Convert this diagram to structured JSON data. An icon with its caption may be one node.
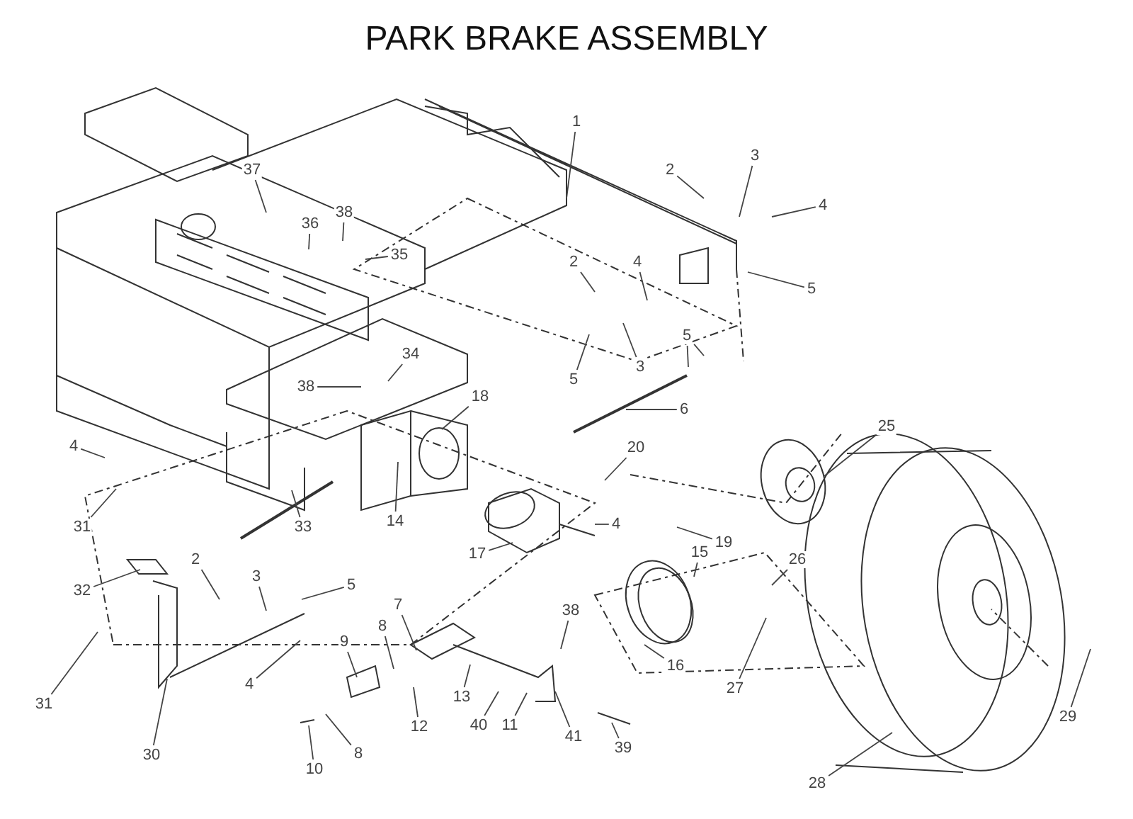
{
  "diagram": {
    "title": "PARK BRAKE ASSEMBLY",
    "nodes": [
      {
        "text": [
          "1"
        ]
      },
      {
        "text": [
          "3"
        ]
      },
      {
        "text": [
          "2"
        ]
      },
      {
        "text": [
          "4"
        ]
      },
      {
        "text": [
          "37"
        ]
      },
      {
        "text": [
          "38"
        ]
      },
      {
        "text": [
          "36"
        ]
      },
      {
        "text": [
          "35"
        ]
      },
      {
        "text": [
          "2"
        ]
      },
      {
        "text": [
          "4"
        ]
      },
      {
        "text": [
          "5"
        ]
      },
      {
        "text": [
          "5"
        ]
      },
      {
        "text": [
          "5"
        ]
      },
      {
        "text": [
          "3"
        ]
      },
      {
        "text": [
          "34"
        ]
      },
      {
        "text": [
          "38"
        ]
      },
      {
        "text": [
          "18"
        ]
      },
      {
        "text": [
          "6"
        ]
      },
      {
        "text": [
          "25"
        ]
      },
      {
        "text": [
          "20"
        ]
      },
      {
        "text": [
          "4"
        ]
      },
      {
        "text": [
          "4"
        ]
      },
      {
        "text": [
          "14"
        ]
      },
      {
        "text": [
          "33"
        ]
      },
      {
        "text": [
          "31"
        ]
      },
      {
        "text": [
          "19"
        ]
      },
      {
        "text": [
          "15"
        ]
      },
      {
        "text": [
          "17"
        ]
      },
      {
        "text": [
          "26"
        ]
      },
      {
        "text": [
          "2"
        ]
      },
      {
        "text": [
          "3"
        ]
      },
      {
        "text": [
          "5"
        ]
      },
      {
        "text": [
          "32"
        ]
      },
      {
        "text": [
          "38"
        ]
      },
      {
        "text": [
          "7"
        ]
      },
      {
        "text": [
          "8"
        ]
      },
      {
        "text": [
          "9"
        ]
      },
      {
        "text": [
          "16"
        ]
      },
      {
        "text": [
          "31"
        ]
      },
      {
        "text": [
          "4"
        ]
      },
      {
        "text": [
          "27"
        ]
      },
      {
        "text": [
          "29"
        ]
      },
      {
        "text": [
          "13"
        ]
      },
      {
        "text": [
          "12"
        ]
      },
      {
        "text": [
          "40"
        ]
      },
      {
        "text": [
          "11"
        ]
      },
      {
        "text": [
          "41"
        ]
      },
      {
        "text": [
          "39"
        ]
      },
      {
        "text": [
          "30"
        ]
      },
      {
        "text": [
          "8"
        ]
      },
      {
        "text": [
          "10"
        ]
      },
      {
        "text": [
          "28"
        ]
      }
    ],
    "edges": [
      {
        "from": 0,
        "to": null,
        "arrow": "none"
      },
      {
        "from": 1,
        "to": null,
        "arrow": "none"
      },
      {
        "from": 2,
        "to": null,
        "arrow": "none"
      },
      {
        "from": 3,
        "to": null,
        "arrow": "none"
      },
      {
        "from": 4,
        "to": null,
        "arrow": "none"
      },
      {
        "from": 5,
        "to": null,
        "arrow": "none"
      },
      {
        "from": 6,
        "to": null,
        "arrow": "none"
      },
      {
        "from": 7,
        "to": null,
        "arrow": "none"
      },
      {
        "from": 8,
        "to": null,
        "arrow": "none"
      },
      {
        "from": 9,
        "to": null,
        "arrow": "none"
      },
      {
        "from": 10,
        "to": null,
        "arrow": "none"
      },
      {
        "from": 11,
        "to": null,
        "arrow": "none"
      },
      {
        "from": 11,
        "to": null,
        "arrow": "none"
      },
      {
        "from": 12,
        "to": null,
        "arrow": "none"
      },
      {
        "from": 13,
        "to": null,
        "arrow": "none"
      },
      {
        "from": 14,
        "to": null,
        "arrow": "none"
      },
      {
        "from": 15,
        "to": null,
        "arrow": "none"
      },
      {
        "from": 16,
        "to": null,
        "arrow": "none"
      },
      {
        "from": 17,
        "to": null,
        "arrow": "none"
      },
      {
        "from": 18,
        "to": null,
        "arrow": "none"
      },
      {
        "from": 19,
        "to": null,
        "arrow": "none"
      },
      {
        "from": 20,
        "to": null,
        "arrow": "none"
      },
      {
        "from": 21,
        "to": null,
        "arrow": "none"
      },
      {
        "from": 22,
        "to": null,
        "arrow": "none"
      },
      {
        "from": 23,
        "to": null,
        "arrow": "none"
      },
      {
        "from": 24,
        "to": null,
        "arrow": "none"
      },
      {
        "from": 25,
        "to": null,
        "arrow": "none"
      },
      {
        "from": 26,
        "to": null,
        "arrow": "none"
      },
      {
        "from": 27,
        "to": null,
        "arrow": "none"
      },
      {
        "from": 28,
        "to": null,
        "arrow": "none"
      },
      {
        "from": 29,
        "to": null,
        "arrow": "none"
      },
      {
        "from": 30,
        "to": null,
        "arrow": "none"
      },
      {
        "from": 31,
        "to": null,
        "arrow": "none"
      },
      {
        "from": 32,
        "to": null,
        "arrow": "none"
      },
      {
        "from": 33,
        "to": null,
        "arrow": "none"
      },
      {
        "from": 34,
        "to": null,
        "arrow": "none"
      },
      {
        "from": 35,
        "to": null,
        "arrow": "none"
      },
      {
        "from": 36,
        "to": null,
        "arrow": "none"
      },
      {
        "from": 37,
        "to": null,
        "arrow": "none"
      },
      {
        "from": 38,
        "to": null,
        "arrow": "none"
      },
      {
        "from": 39,
        "to": null,
        "arrow": "none"
      },
      {
        "from": 40,
        "to": null,
        "arrow": "none"
      },
      {
        "from": 41,
        "to": null,
        "arrow": "none"
      },
      {
        "from": 42,
        "to": null,
        "arrow": "none"
      },
      {
        "from": 43,
        "to": null,
        "arrow": "none"
      },
      {
        "from": 44,
        "to": null,
        "arrow": "none"
      },
      {
        "from": 45,
        "to": null,
        "arrow": "none"
      },
      {
        "from": 46,
        "to": null,
        "arrow": "none"
      },
      {
        "from": 47,
        "to": null,
        "arrow": "none"
      },
      {
        "from": 48,
        "to": null,
        "arrow": "none"
      },
      {
        "from": 49,
        "to": null,
        "arrow": "none"
      },
      {
        "from": 50,
        "to": null,
        "arrow": "none"
      },
      {
        "from": 51,
        "to": null,
        "arrow": "none"
      }
    ]
  }
}
